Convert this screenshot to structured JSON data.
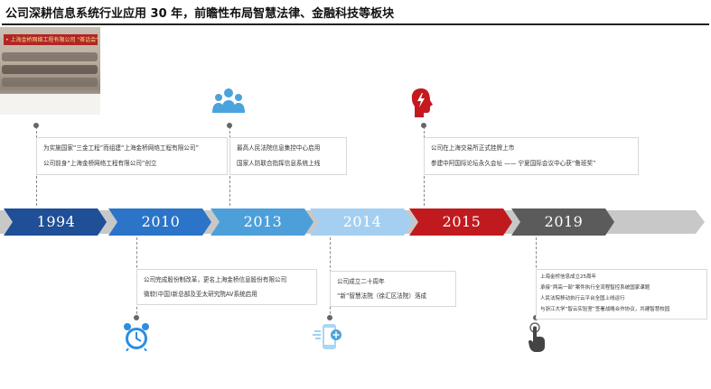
{
  "header": {
    "title": "公司深耕信息系统行业应用 30 年，前瞻性布局智慧法律、金融科技等板块"
  },
  "photo": {
    "banner_text": "• 上海金桥网络工程有限公司 \"茶话会\""
  },
  "timeline": {
    "years": [
      {
        "label": "1994",
        "color": "#1f4f96"
      },
      {
        "label": "2010",
        "color": "#2b74c7"
      },
      {
        "label": "2013",
        "color": "#4d9fd9"
      },
      {
        "label": "2014",
        "color": "#a5cff1"
      },
      {
        "label": "2015",
        "color": "#c01a1f"
      },
      {
        "label": "2019",
        "color": "#5b5b5b"
      }
    ],
    "track_color": "#c8c8c8"
  },
  "events": {
    "e1994": {
      "lines": [
        "为实施国家“三金工程”而组建“上海金桥网络工程有限公司”",
        "公司前身“上海金桥网络工程有限公司”创立"
      ]
    },
    "e2010": {
      "lines": [
        "公司完成股份制改革，更名上海金桥信息股份有限公司",
        "微软(中国)新总部及亚太研究院AV系统启用"
      ]
    },
    "e2013": {
      "lines": [
        "最高人民法院信息集控中心启用",
        "国家人防联合指挥信息系统上线"
      ]
    },
    "e2014": {
      "lines": [
        "公司成立二十周年",
        "“新”智慧法院（徐汇区法院）落成"
      ]
    },
    "e2015": {
      "lines": [
        "公司在上海交易所正式挂牌上市",
        "参建中阿国际论坛永久会址 —— 宁夏国际会议中心获“鲁班奖”"
      ]
    },
    "e2019": {
      "lines": [
        "上海金桥信息成立25周年",
        "承接“两高一部”案件执行全流程智控系统国家课题",
        "人民法院移动执行云平台全国上线运行",
        "与浙江大学“智云实验室”签署战略合作协议，共建智慧校园"
      ]
    }
  },
  "icons": {
    "team": "team-icon",
    "head": "brain-head-icon",
    "clock": "alarm-clock-icon",
    "phone": "mobile-phone-icon",
    "touch": "touch-hand-icon"
  }
}
